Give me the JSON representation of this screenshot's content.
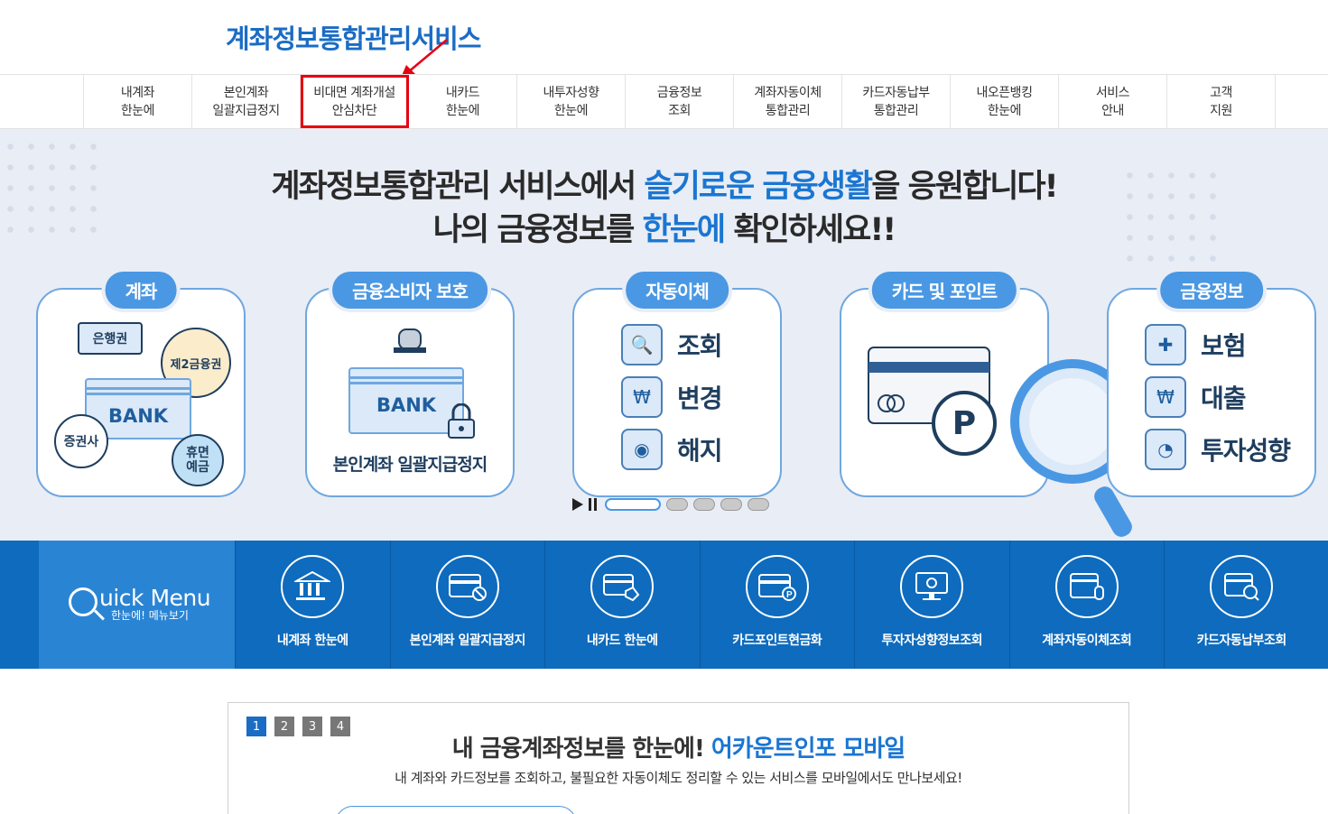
{
  "header": {
    "logo": "계좌정보통합관리서비스"
  },
  "gnb": {
    "items": [
      {
        "label": "내계좌\n한눈에"
      },
      {
        "label": "본인계좌\n일괄지급정지"
      },
      {
        "label": "비대면 계좌개설\n안심차단"
      },
      {
        "label": "내카드\n한눈에"
      },
      {
        "label": "내투자성향\n한눈에"
      },
      {
        "label": "금융정보\n조회"
      },
      {
        "label": "계좌자동이체\n통합관리"
      },
      {
        "label": "카드자동납부\n통합관리"
      },
      {
        "label": "내오픈뱅킹\n한눈에"
      },
      {
        "label": "서비스\n안내"
      },
      {
        "label": "고객\n지원"
      }
    ]
  },
  "hero": {
    "line1_a": "계좌정보통합관리 서비스에서 ",
    "line1_em": "슬기로운 금융생활",
    "line1_b": "을 응원합니다!",
    "line2_a": "나의 금융정보를 ",
    "line2_em": "한눈에",
    "line2_b": " 확인하세요!!",
    "cards": {
      "account": {
        "tag": "계좌",
        "bank": "BANK",
        "bank_sector": "은행권",
        "second_sector": "제2금융권",
        "securities": "증권사",
        "dormant": "휴면\n예금"
      },
      "protect": {
        "tag": "금융소비자 보호",
        "bank": "BANK",
        "caption": "본인계좌 일괄지급정지"
      },
      "autotransfer": {
        "tag": "자동이체",
        "items": [
          "조회",
          "변경",
          "해지"
        ]
      },
      "cardpoint": {
        "tag": "카드 및 포인트",
        "point": "P"
      },
      "fininfo": {
        "tag": "금융정보",
        "items": [
          "보험",
          "대출",
          "투자성향"
        ]
      }
    }
  },
  "quick_menu": {
    "title": "uick Menu",
    "subtitle": "한눈에! 메뉴보기",
    "items": [
      {
        "label": "내계좌 한눈에",
        "icon": "bank-icon"
      },
      {
        "label": "본인계좌 일괄지급정지",
        "icon": "card-block-icon"
      },
      {
        "label": "내카드 한눈에",
        "icon": "card-hand-icon"
      },
      {
        "label": "카드포인트현금화",
        "icon": "card-point-icon"
      },
      {
        "label": "투자자성향정보조회",
        "icon": "monitor-icon"
      },
      {
        "label": "계좌자동이체조회",
        "icon": "autotransfer-icon"
      },
      {
        "label": "카드자동납부조회",
        "icon": "card-search-icon"
      }
    ]
  },
  "banner": {
    "pages": [
      "1",
      "2",
      "3",
      "4"
    ],
    "title_a": "내 금융계좌정보를 한눈에! ",
    "title_em": "어카운트인포 모바일",
    "desc": "내 계좌와 카드정보를 조회하고, 불필요한 자동이체도 정리할 수 있는 서비스를 모바일에서도 만나보세요!"
  }
}
